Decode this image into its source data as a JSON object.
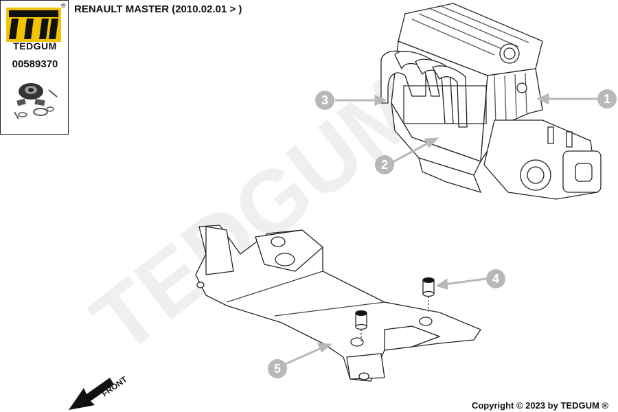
{
  "header": {
    "brand": "TEDGUM",
    "part_number": "00589370",
    "title": "RENAULT MASTER  (2010.02.01 > )"
  },
  "callouts": [
    "1",
    "2",
    "3",
    "4",
    "5"
  ],
  "front_label": "FRONT",
  "watermark": "TEDGUM",
  "footer": {
    "copyright": "Copyright © 2023 by TEDGUM ®"
  },
  "colors": {
    "callout": "#b8b8b8",
    "watermark": "#efefef",
    "line": "#222222",
    "brand_yellow": "#f2c400"
  }
}
